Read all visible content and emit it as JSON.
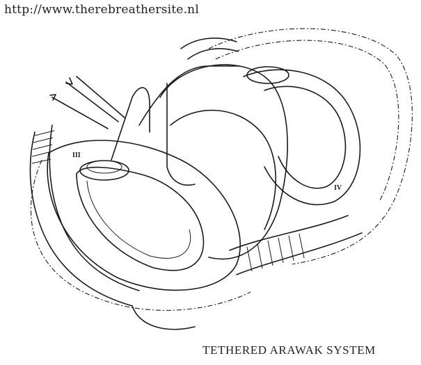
{
  "header": {
    "url_text": "http://www.therebreathersite.nl"
  },
  "figure": {
    "caption": "TETHERED ARAWAK SYSTEM",
    "callouts": [
      {
        "id": "III",
        "label": "III"
      },
      {
        "id": "IV",
        "label": "IV"
      }
    ]
  }
}
